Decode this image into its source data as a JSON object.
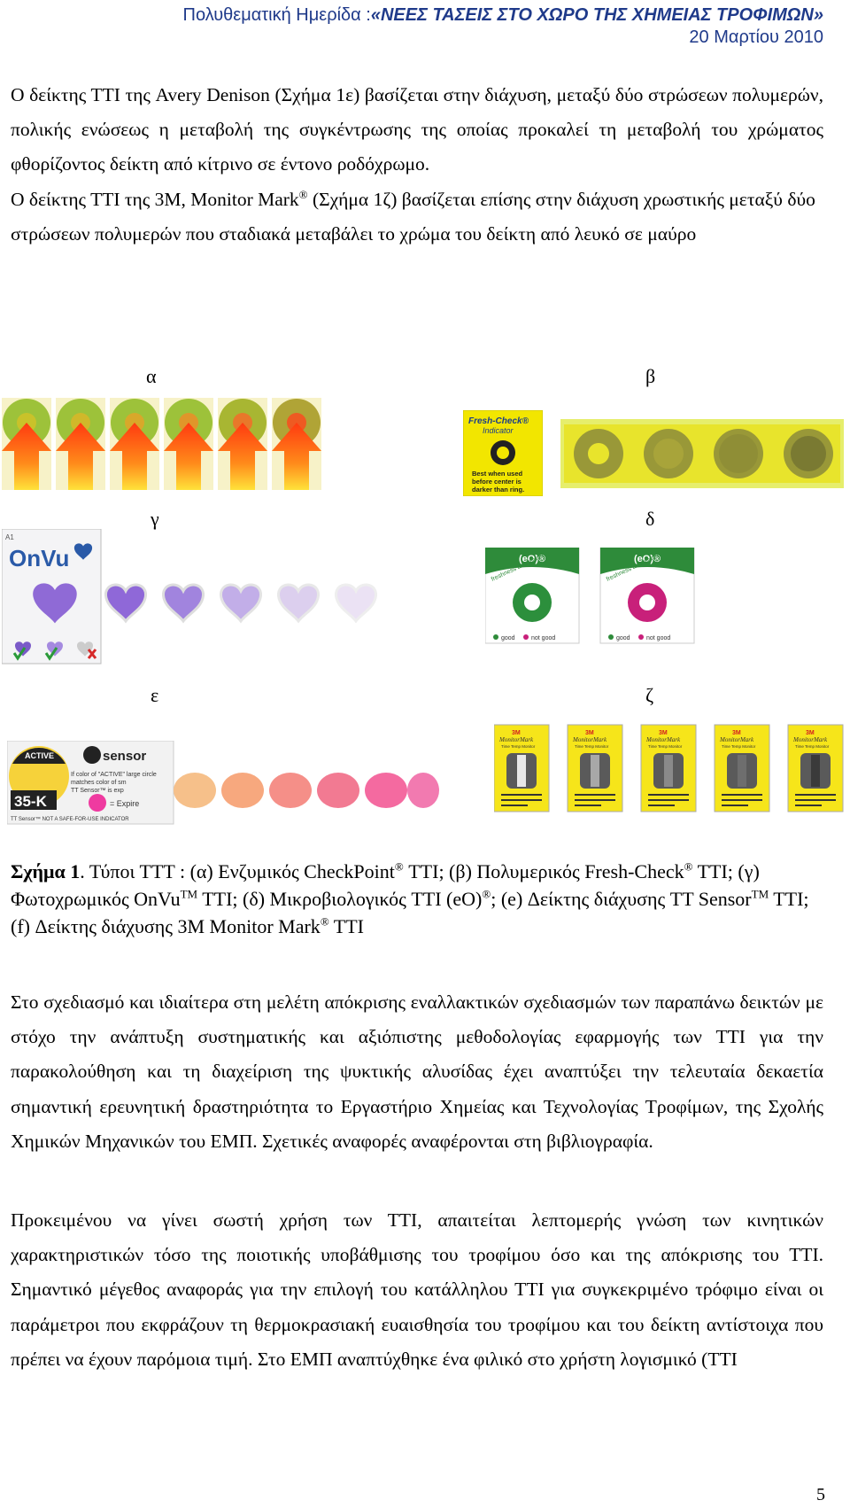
{
  "header": {
    "prefix": "Πολυθεματική Ημερίδα :",
    "title": "«ΝΕΕΣ ΤΑΣΕΙΣ ΣΤΟ ΧΩΡΟ ΤΗΣ ΧΗΜΕΙΑΣ ΤΡΟΦΙΜΩΝ»",
    "date": "20 Μαρτίου 2010"
  },
  "para1": {
    "text1": "Ο δείκτης ΤΤΙ της Avery Denison (Σχήμα 1ε) βασίζεται στην διάχυση, μεταξύ δύο στρώσεων πολυμερών, πολικής ενώσεως η μεταβολή της συγκέντρωσης της οποίας προκαλεί τη μεταβολή του χρώματος φθορίζοντος δείκτη από κίτρινο σε έντονο ροδόχρωμο.",
    "text2a": "Ο δείκτης ΤΤΙ της 3M, Monitor Mark",
    "reg": "®",
    "text2b": " (Σχήμα 1ζ) βασίζεται επίσης στην διάχυση χρωστικής μεταξύ δύο στρώσεων πολυμερών που σταδιακά μεταβάλει το χρώμα του δείκτη από λευκό σε μαύρο"
  },
  "figure": {
    "labels": [
      "α",
      "β",
      "γ",
      "δ",
      "ε",
      "ζ"
    ],
    "freshcheck": {
      "brand": "Fresh-Check®",
      "sub": "Indicator",
      "note1": "Best when used",
      "note2": "before center is",
      "note3": "darker than ring."
    },
    "onvu": {
      "brand": "OnVu",
      "code": "A1"
    },
    "eo": {
      "brand": "(eO)®",
      "tagline": "freshness at a glance",
      "good": "good",
      "notgood": "not good"
    },
    "ttsensor": {
      "active": "ACTIVE",
      "brand": "sensor",
      "code": "35-K",
      "text1": "If color of \"ACTIVE\" large circle",
      "text2": "matches color of sm",
      "text3": "TT Sensor™ is exp",
      "expire": "= Expire",
      "footer": "TT Sensor™ NOT A SAFE-FOR-USE INDICATOR"
    },
    "monitormark": {
      "brand": "3M",
      "name": "MonitorMark",
      "sub": "Time Temp Monitor"
    }
  },
  "caption": {
    "bold": "Σχήμα 1",
    "t1": ". Τύποι ΤΤΤ : (α) Ενζυμικός CheckPoint",
    "t2": " ΤΤΙ; (β) Πολυμερικός Fresh-Check",
    "t3": " TTI; (γ) Φωτοχρωμικός OnVu",
    "t4": " TTI; (δ) Μικροβιολογικός TTI (eO)",
    "t5": "; (e) Δείκτης διάχυσης TT Sensor",
    "t6": " TTI; (f) Δείκτης διάχυσης 3M Monitor Mark",
    "t7": " TTI",
    "reg": "®",
    "tm": "TM"
  },
  "para2": "Στο σχεδιασμό και ιδιαίτερα στη μελέτη απόκρισης εναλλακτικών σχεδιασμών των παραπάνω δεικτών με στόχο την ανάπτυξη συστηματικής και αξιόπιστης μεθοδολογίας εφαρμογής των ΤΤΙ για την παρακολούθηση και τη διαχείριση της ψυκτικής αλυσίδας έχει αναπτύξει την τελευταία δεκαετία σημαντική ερευνητική δραστηριότητα το Εργαστήριο Χημείας και Τεχνολογίας Τροφίμων, της Σχολής Χημικών Μηχανικών του ΕΜΠ. Σχετικές αναφορές αναφέρονται στη βιβλιογραφία.",
  "para3": "Προκειμένου να γίνει σωστή χρήση των ΤΤΙ, απαιτείται λεπτομερής γνώση των κινητικών χαρακτηριστικών τόσο της ποιοτικής υποβάθμισης του τροφίμου όσο και της απόκρισης του ΤΤΙ. Σημαντικό μέγεθος αναφοράς για την επιλογή του κατάλληλου ΤΤΙ για συγκεκριμένο τρόφιμο είναι οι παράμετροι που εκφράζουν τη θερμοκρασιακή ευαισθησία του τροφίμου και του δείκτη αντίστοιχα που πρέπει να έχουν παρόμοια τιμή. Στο ΕΜΠ αναπτύχθηκε ένα φιλικό στο χρήστη λογισμικό (ΤΤΙ",
  "page_number": "5",
  "colors": {
    "header": "#1f3a8a",
    "freshcheck_yellow": "#f2e600",
    "eo_green": "#2e8b3a",
    "mm_yellow": "#f6e51a"
  }
}
